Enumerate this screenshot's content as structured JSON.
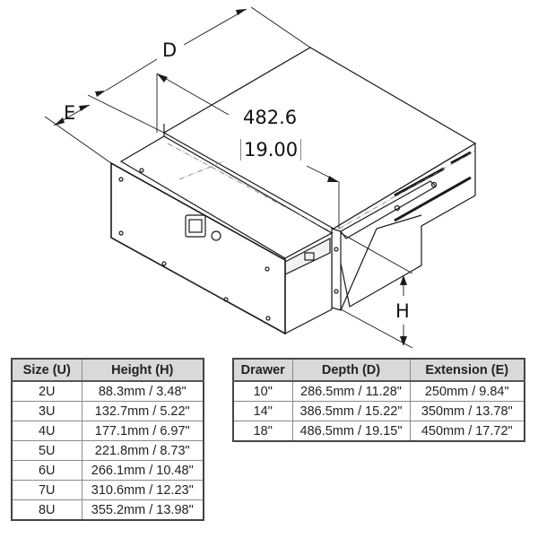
{
  "diagram": {
    "labels": {
      "depth": "D",
      "extension": "E",
      "height": "H",
      "width_mm": "482.6",
      "width_in": "19.00"
    },
    "colors": {
      "line": "#1a1a1a",
      "header_bg": "#d9d9d9",
      "border": "#8a8a8a"
    }
  },
  "height_table": {
    "headers": [
      "Size (U)",
      "Height (H)"
    ],
    "rows": [
      [
        "2U",
        "88.3mm / 3.48\""
      ],
      [
        "3U",
        "132.7mm / 5.22\""
      ],
      [
        "4U",
        "177.1mm / 6.97\""
      ],
      [
        "5U",
        "221.8mm / 8.73\""
      ],
      [
        "6U",
        "266.1mm / 10.48\""
      ],
      [
        "7U",
        "310.6mm / 12.23\""
      ],
      [
        "8U",
        "355.2mm / 13.98\""
      ]
    ]
  },
  "drawer_table": {
    "headers": [
      "Drawer",
      "Depth (D)",
      "Extension (E)"
    ],
    "rows": [
      [
        "10\"",
        "286.5mm / 11.28\"",
        "250mm / 9.84\""
      ],
      [
        "14\"",
        "386.5mm / 15.22\"",
        "350mm / 13.78\""
      ],
      [
        "18\"",
        "486.5mm / 19.15\"",
        "450mm / 17.72\""
      ]
    ]
  }
}
